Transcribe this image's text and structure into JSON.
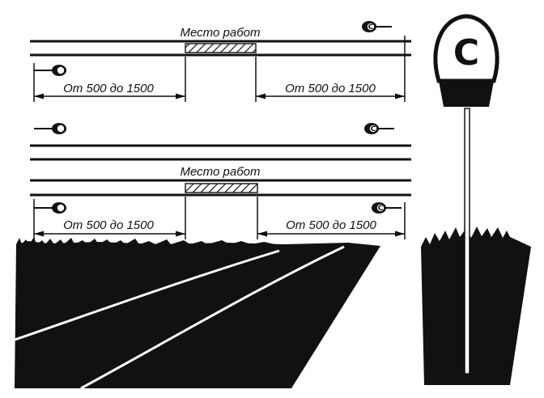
{
  "diagram_1": {
    "work_site_label": "Место работ",
    "distance_left": "От 500 до 1500",
    "distance_right": "От 500 до 1500"
  },
  "diagram_2": {
    "work_site_label": "Место работ",
    "distance_left": "От 500 до 1500",
    "distance_right": "От 500 до 1500"
  },
  "sign": {
    "letter": "С"
  },
  "icons": {
    "signal_sign": "whistle-sign-icon",
    "hatched_zone": "work-zone-hatch"
  },
  "colors": {
    "ink": "#111111",
    "paper": "#ffffff"
  }
}
